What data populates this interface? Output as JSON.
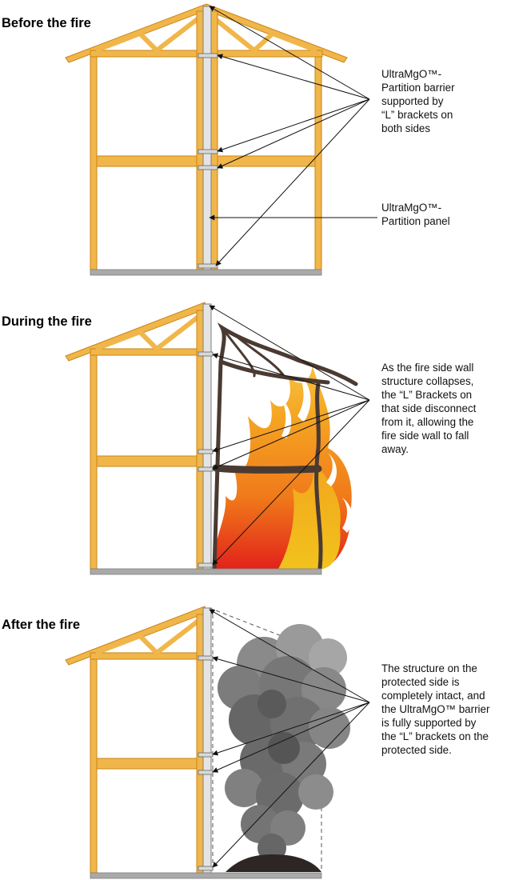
{
  "panels": [
    {
      "title": "Before the fire",
      "callouts": [
        {
          "lines": [
            "UltraMgO™-",
            "Partition barrier",
            "supported by",
            "“L” brackets on",
            "both sides"
          ]
        },
        {
          "lines": [
            "UltraMgO™-",
            "Partition panel"
          ]
        }
      ]
    },
    {
      "title": "During the fire",
      "callouts": [
        {
          "lines": [
            "As the fire side wall",
            "structure collapses,",
            "the “L” Brackets on",
            "that side disconnect",
            "from it, allowing the",
            "fire side wall to fall",
            "away."
          ]
        }
      ]
    },
    {
      "title": "After the fire",
      "callouts": [
        {
          "lines": [
            "The structure on the",
            "protected side is",
            "completely intact, and",
            "the UltraMgO™ barrier",
            "is fully supported by",
            "the “L” brackets on the",
            "protected side."
          ]
        }
      ]
    }
  ],
  "colors": {
    "timber": "#f1b64a",
    "timber_edge": "#c98515",
    "panel": "#e4e4e4",
    "panel_edge": "#7d7d7d",
    "floor": "#a9a9a9",
    "burnt": "#4a3a32",
    "smoke": "#6f6f6f"
  }
}
